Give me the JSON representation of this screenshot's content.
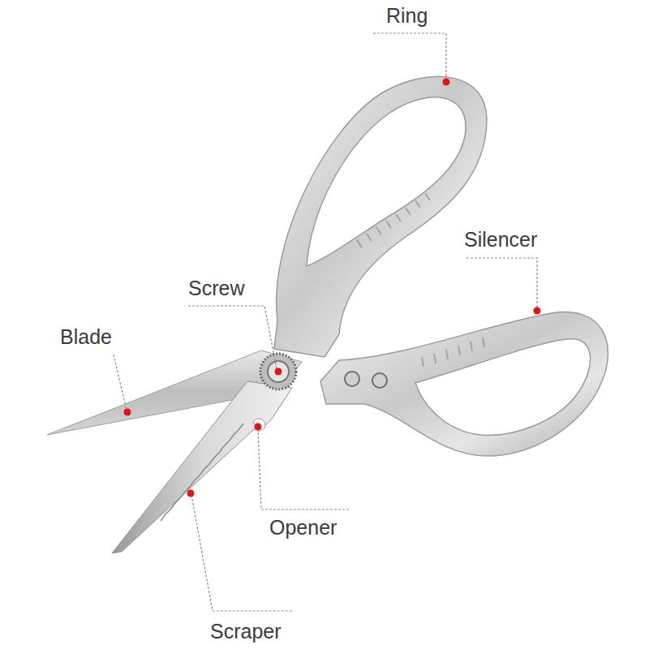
{
  "diagram": {
    "labels": [
      "Ring",
      "Silencer",
      "Screw",
      "Blade",
      "Opener",
      "Scraper"
    ]
  }
}
